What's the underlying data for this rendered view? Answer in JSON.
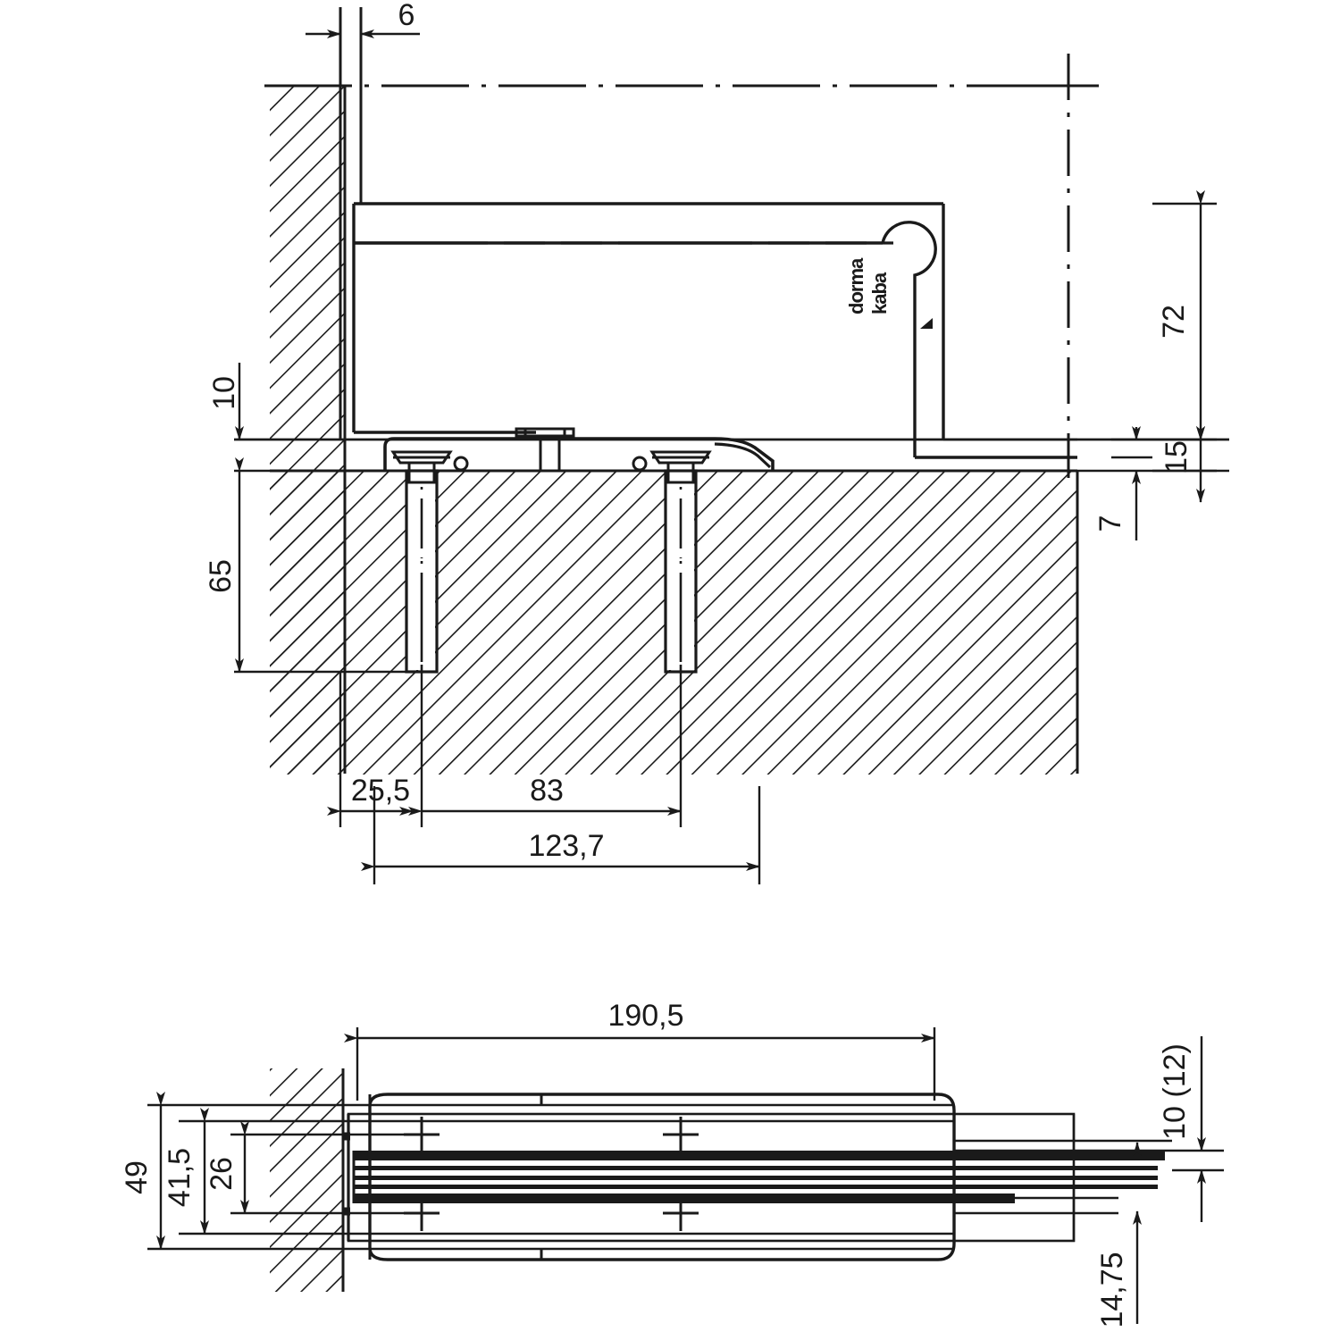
{
  "drawing": {
    "title": "dormakaba floor closer installation drawing",
    "brand_logo": {
      "line1": "dorma",
      "line2": "kaba"
    },
    "line_color": "#1a1a1a",
    "background_color": "#ffffff",
    "views": [
      {
        "name": "section-view",
        "position": "top",
        "description": "Vertical section through wall, floor and floor closer cement box"
      },
      {
        "name": "plan-view",
        "position": "bottom",
        "description": "Plan view of cement box with fixing holes"
      }
    ],
    "dimensions_section": [
      {
        "id": "dim-6",
        "label": "6",
        "orientation": "horizontal",
        "location": "top, door leaf thickness"
      },
      {
        "id": "dim-10",
        "label": "10",
        "orientation": "vertical",
        "location": "left, gap above floor level"
      },
      {
        "id": "dim-65",
        "label": "65",
        "orientation": "vertical",
        "location": "left, anchor depth in floor"
      },
      {
        "id": "dim-72",
        "label": "72",
        "orientation": "vertical",
        "location": "right, overall height above floor"
      },
      {
        "id": "dim-15",
        "label": "15",
        "orientation": "vertical",
        "location": "right, lower plate height"
      },
      {
        "id": "dim-7",
        "label": "7",
        "orientation": "vertical",
        "location": "right, floor recess depth"
      },
      {
        "id": "dim-25-5",
        "label": "25,5",
        "orientation": "horizontal",
        "location": "bottom, wall face to first anchor"
      },
      {
        "id": "dim-83",
        "label": "83",
        "orientation": "horizontal",
        "location": "bottom, anchor to anchor spacing"
      },
      {
        "id": "dim-123-7",
        "label": "123,7",
        "orientation": "horizontal",
        "location": "bottom, overall anchor span"
      }
    ],
    "dimensions_plan": [
      {
        "id": "dim-190-5",
        "label": "190,5",
        "orientation": "horizontal",
        "location": "top, overall cement box length"
      },
      {
        "id": "dim-49",
        "label": "49",
        "orientation": "vertical",
        "location": "left, overall box width"
      },
      {
        "id": "dim-41-5",
        "label": "41,5",
        "orientation": "vertical",
        "location": "left, inner box width"
      },
      {
        "id": "dim-26",
        "label": "26",
        "orientation": "vertical",
        "location": "left, spindle / channel width"
      },
      {
        "id": "dim-10-12",
        "label": "10 (12)",
        "orientation": "vertical",
        "location": "right, cover plate thickness option"
      },
      {
        "id": "dim-14-75",
        "label": "14,75",
        "orientation": "vertical",
        "location": "right, edge offset"
      }
    ]
  }
}
